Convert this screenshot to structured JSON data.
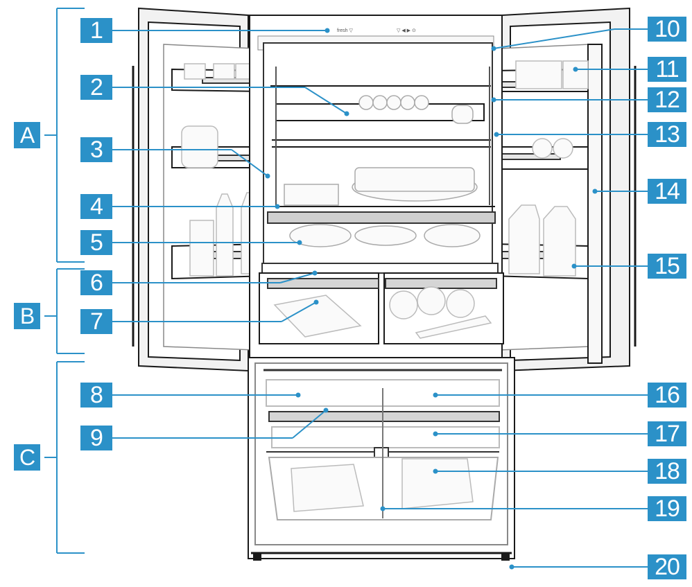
{
  "section_labels": [
    "A",
    "B",
    "C"
  ],
  "callouts": [
    "1",
    "2",
    "3",
    "4",
    "5",
    "6",
    "7",
    "8",
    "9",
    "10",
    "11",
    "12",
    "13",
    "14",
    "15",
    "16",
    "17",
    "18",
    "19",
    "20"
  ],
  "controls_text": {
    "panel_left": "fresh  ▽",
    "panel_right": "▽  ◀ ▶ ⊙"
  },
  "colors": {
    "badge": "#2b91c8",
    "leader": "#2b91c8",
    "outline": "#1a1a1a",
    "frame_gray": "#cfcfcf"
  }
}
